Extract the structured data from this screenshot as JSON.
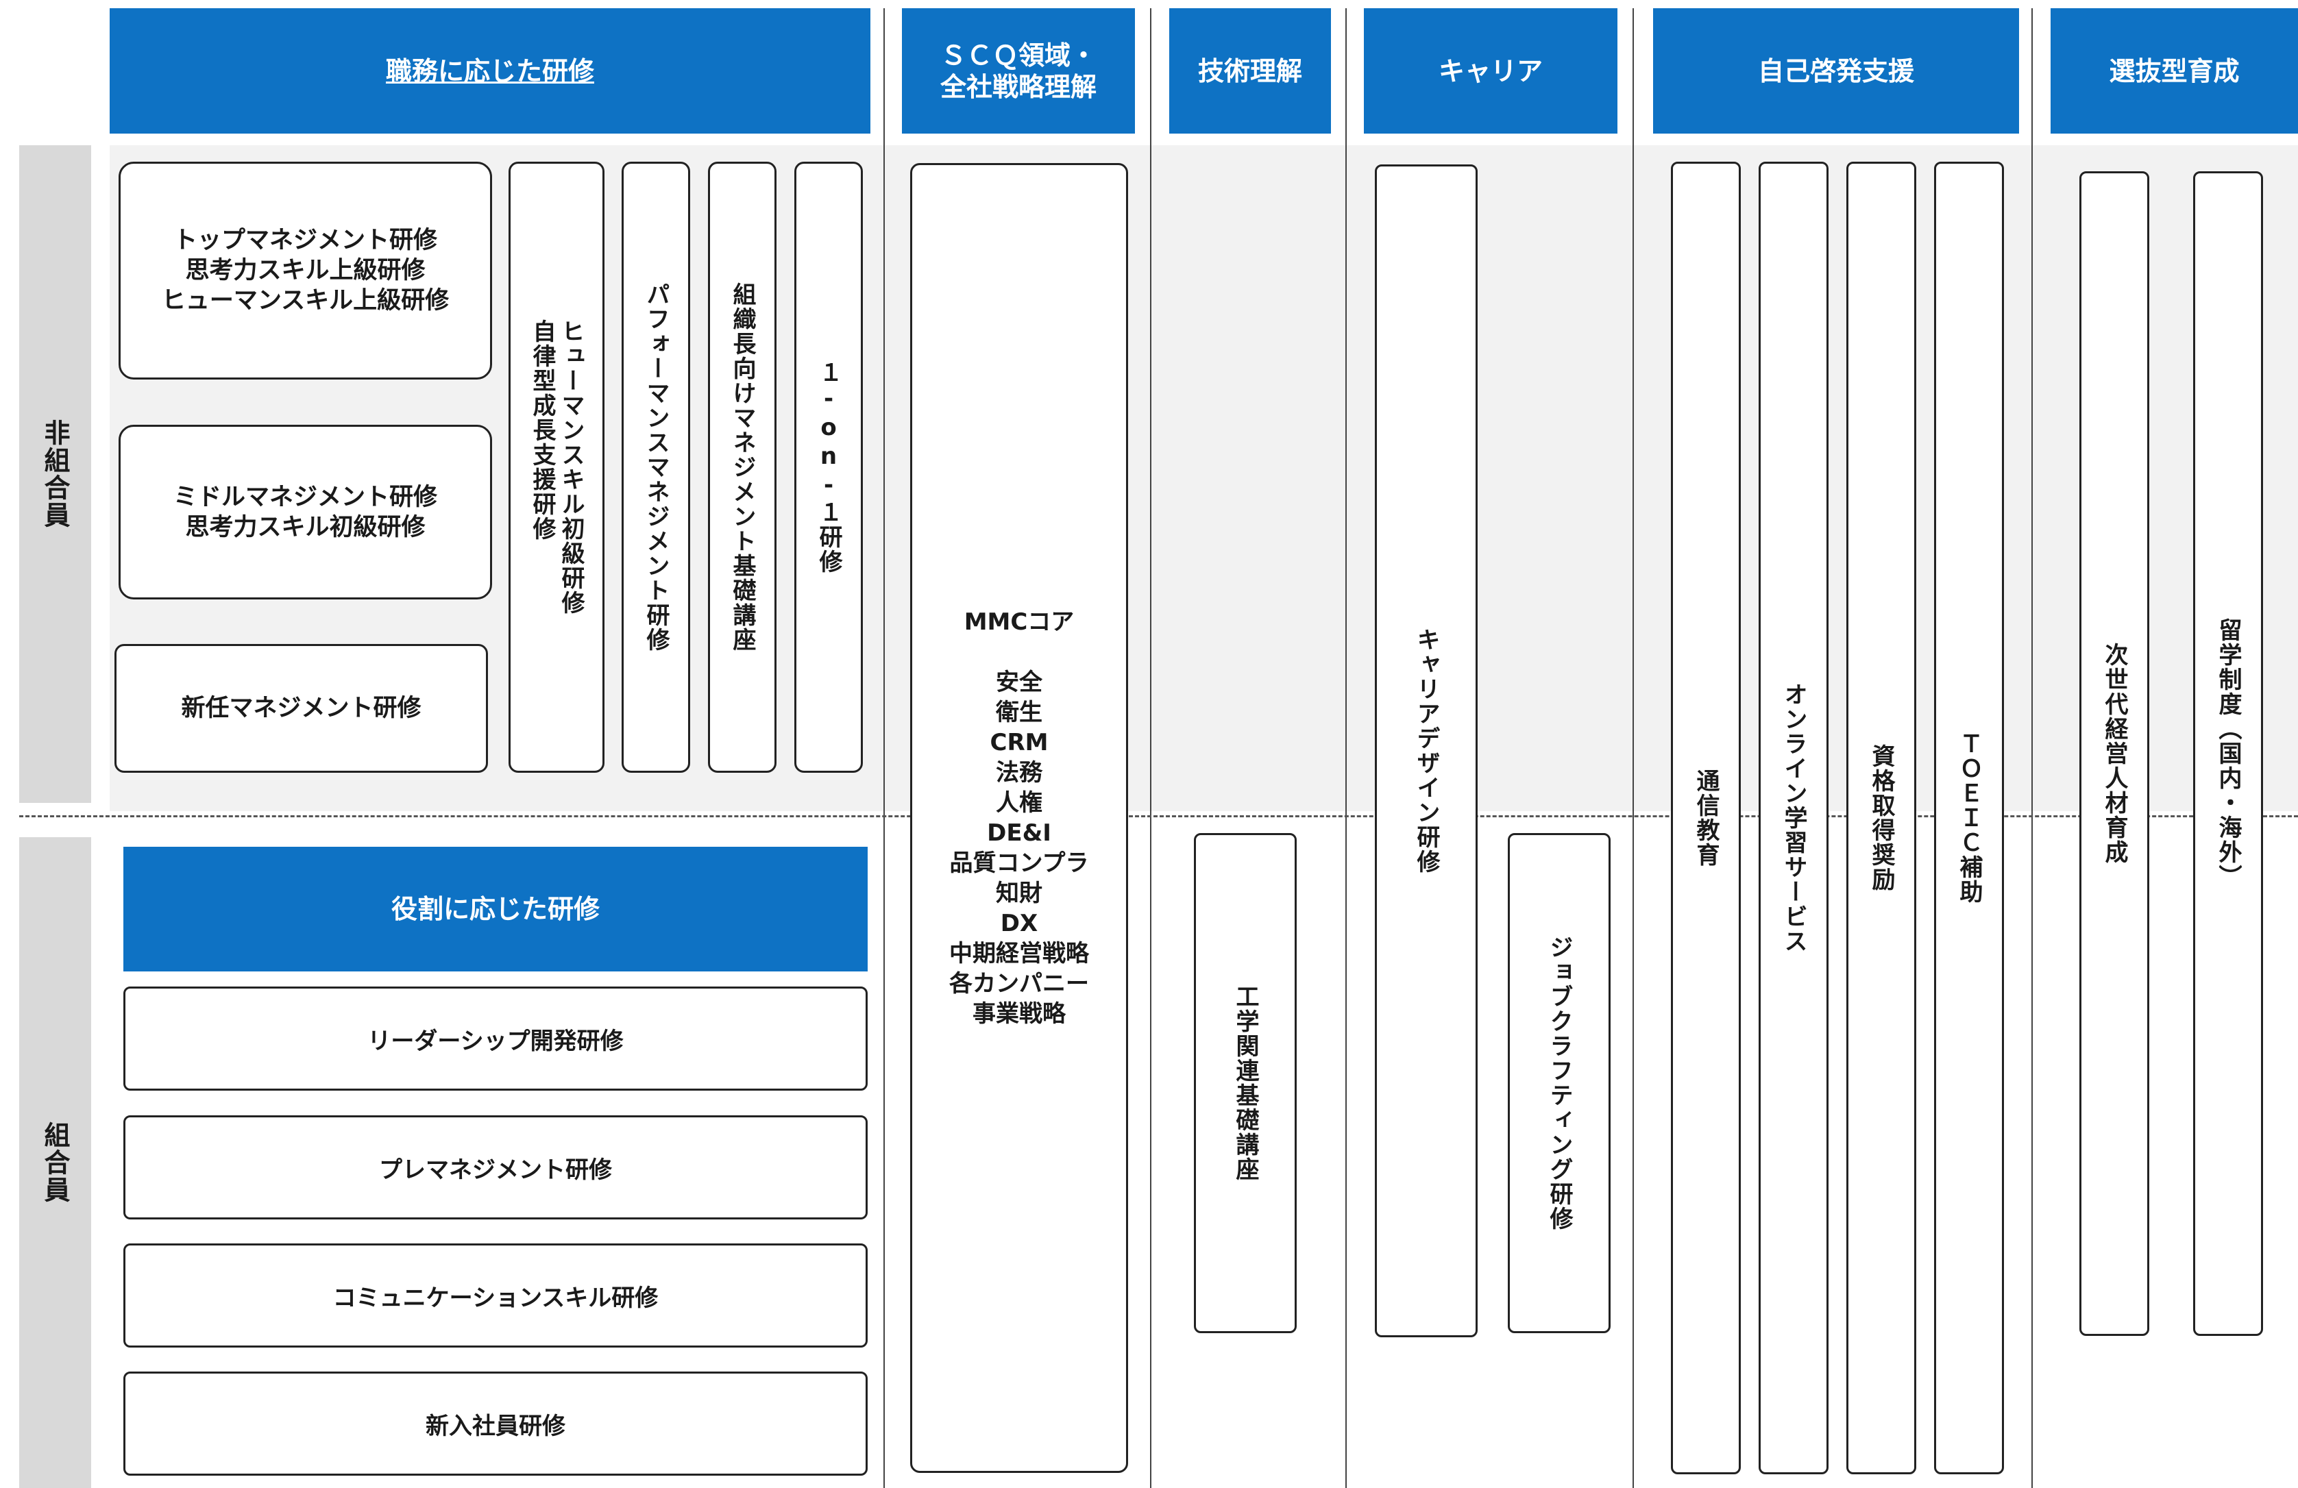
{
  "headers": [
    {
      "label": "職務に応じた研修"
    },
    {
      "label": "ＳＣＱ領域・\n全社戦略理解"
    },
    {
      "label": "技術理解"
    },
    {
      "label": "キャリア"
    },
    {
      "label": "自己啓発支援"
    },
    {
      "label": "選抜型育成"
    }
  ],
  "side_labels": {
    "upper": "非組合員",
    "lower": "組合員"
  },
  "role_header": "役割に応じた研修",
  "mgmt_boxes": [
    "トップマネジメント研修\n思考力スキル上級研修\nヒューマンスキル上級研修",
    "ミドルマネジメント研修\n思考力スキル初級研修",
    "新任マネジメント研修"
  ],
  "mgmt_columns": [
    "ヒューマンスキル初級研修\n自律型成長支援研修",
    "パフォーマンスマネジメント研修",
    "組織長向けマネジメント基礎講座",
    "１-on-１研修"
  ],
  "role_boxes": [
    "リーダーシップ開発研修",
    "プレマネジメント研修",
    "コミュニケーションスキル研修",
    "新入社員研修"
  ],
  "scq_items": [
    "MMCコア",
    "",
    "安全",
    "衛生",
    "CRM",
    "法務",
    "人権",
    "DE&I",
    "品質コンプラ",
    "知財",
    "DX",
    "中期経営戦略",
    "各カンパニー",
    "事業戦略"
  ],
  "tech_item": "工学関連基礎講座",
  "career_items": [
    "キャリアデザイン研修",
    "ジョブクラフティング研修"
  ],
  "self_dev_items": [
    "通信教育",
    "オンライン学習サービス",
    "資格取得奨励",
    "ＴＯＥＩＣ補助"
  ],
  "selective_items": [
    "次世代経営人材育成",
    "留学制度（国内・海外）"
  ],
  "colors": {
    "header_blue": "#0e72c4",
    "band_gray": "#f2f2f2",
    "side_gray": "#d9d9d9"
  }
}
